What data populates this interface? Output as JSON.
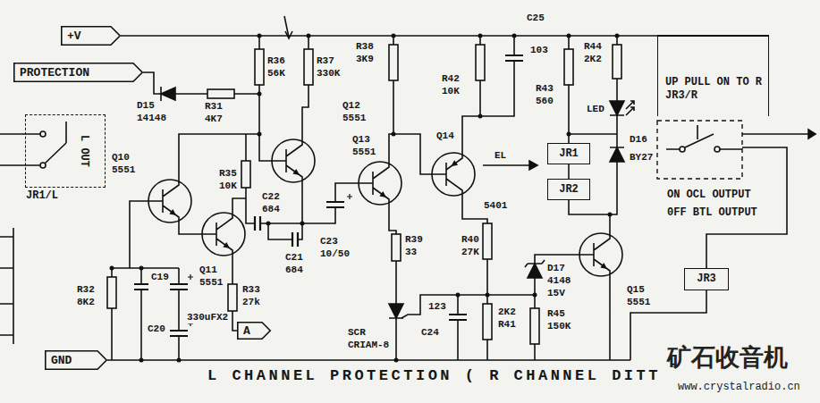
{
  "diagram": {
    "caption": "L CHANNEL PROTECTION ( R CHANNEL DITT",
    "nodes": [
      {
        "text": [
          "+V"
        ]
      },
      {
        "text": [
          "PROTECTION"
        ]
      },
      {
        "text": [
          "L OUT",
          "JR1/L"
        ]
      },
      {
        "text": [
          "GND"
        ]
      },
      {
        "text": [
          "A"
        ]
      },
      {
        "text": [
          "JR1"
        ]
      },
      {
        "text": [
          "JR2"
        ]
      },
      {
        "text": [
          "JR3"
        ]
      },
      {
        "text": [
          "UP PULL ON TO R JR3/R"
        ]
      }
    ],
    "edges": [
      {
        "from": 0,
        "to": 8,
        "arrow": "none"
      },
      {
        "from": 5,
        "to": 6,
        "arrow": "none"
      }
    ],
    "labels": [
      "C25",
      "103",
      "R44",
      "2K2",
      "R38",
      "3K9",
      "R36",
      "56K",
      "R37",
      "330K",
      "R42",
      "10K",
      "R43",
      "560",
      "D15",
      "14148",
      "R31",
      "4K7",
      "Q12",
      "5551",
      "Q10",
      "5551",
      "R35",
      "10K",
      "Q11",
      "5551",
      "Q13",
      "5551",
      "Q14",
      "5401",
      "EL",
      "LED",
      "D16",
      "BY27",
      "C22",
      "684",
      "C21",
      "684",
      "C23",
      "10/50",
      "R39",
      "33",
      "R40",
      "27K",
      "R32",
      "8K2",
      "C19",
      "C20",
      "330uFX2",
      "R33",
      "27k",
      "SCR",
      "CRIAM-8",
      "C24",
      "123",
      "2K2",
      "R41",
      "D17",
      "4148",
      "15V",
      "R45",
      "150K",
      "Q15",
      "5551",
      "ON OCL OUTPUT",
      "0FF BTL OUTPUT",
      "矿石收音机",
      "www.crystalradio.cn"
    ]
  }
}
